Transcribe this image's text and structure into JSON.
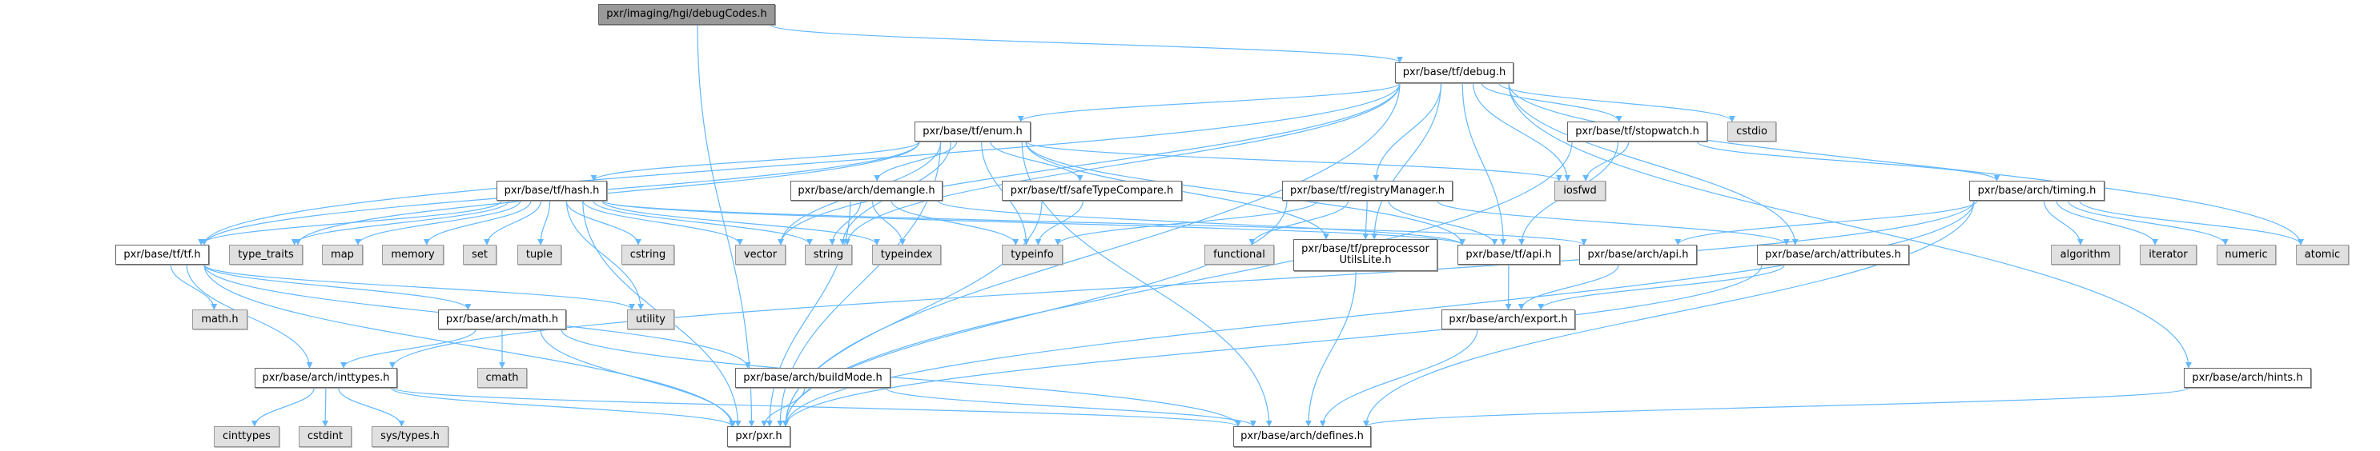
{
  "graph": {
    "edge_color": "#63b8ff",
    "nodes": {
      "debugCodes": {
        "label": "pxr/imaging/hgi/debugCodes.h",
        "kind": "root"
      },
      "debug": {
        "label": "pxr/base/tf/debug.h",
        "kind": "file"
      },
      "enum": {
        "label": "pxr/base/tf/enum.h",
        "kind": "file"
      },
      "stopwatch": {
        "label": "pxr/base/tf/stopwatch.h",
        "kind": "file"
      },
      "cstdio": {
        "label": "cstdio",
        "kind": "sys"
      },
      "hash": {
        "label": "pxr/base/tf/hash.h",
        "kind": "file"
      },
      "demangle": {
        "label": "pxr/base/arch/demangle.h",
        "kind": "file"
      },
      "safeTypeCompare": {
        "label": "pxr/base/tf/safeTypeCompare.h",
        "kind": "file"
      },
      "registryManager": {
        "label": "pxr/base/tf/registryManager.h",
        "kind": "file"
      },
      "iosfwd": {
        "label": "iosfwd",
        "kind": "sys"
      },
      "timing": {
        "label": "pxr/base/arch/timing.h",
        "kind": "file"
      },
      "tf": {
        "label": "pxr/base/tf/tf.h",
        "kind": "file"
      },
      "type_traits": {
        "label": "type_traits",
        "kind": "sys"
      },
      "map": {
        "label": "map",
        "kind": "sys"
      },
      "memory": {
        "label": "memory",
        "kind": "sys"
      },
      "set": {
        "label": "set",
        "kind": "sys"
      },
      "tuple": {
        "label": "tuple",
        "kind": "sys"
      },
      "cstring": {
        "label": "cstring",
        "kind": "sys"
      },
      "vector": {
        "label": "vector",
        "kind": "sys"
      },
      "string": {
        "label": "string",
        "kind": "sys"
      },
      "typeindex": {
        "label": "typeindex",
        "kind": "sys"
      },
      "typeinfo": {
        "label": "typeinfo",
        "kind": "sys"
      },
      "functional": {
        "label": "functional",
        "kind": "sys"
      },
      "preprocessor": {
        "label": "pxr/base/tf/preprocessor\nUtilsLite.h",
        "kind": "file"
      },
      "tfapi": {
        "label": "pxr/base/tf/api.h",
        "kind": "file"
      },
      "archapi": {
        "label": "pxr/base/arch/api.h",
        "kind": "file"
      },
      "attributes": {
        "label": "pxr/base/arch/attributes.h",
        "kind": "file"
      },
      "algorithm": {
        "label": "algorithm",
        "kind": "sys"
      },
      "iterator": {
        "label": "iterator",
        "kind": "sys"
      },
      "numeric": {
        "label": "numeric",
        "kind": "sys"
      },
      "atomic": {
        "label": "atomic",
        "kind": "sys"
      },
      "mathh": {
        "label": "math.h",
        "kind": "sys"
      },
      "archmath": {
        "label": "pxr/base/arch/math.h",
        "kind": "file"
      },
      "utility": {
        "label": "utility",
        "kind": "sys"
      },
      "export": {
        "label": "pxr/base/arch/export.h",
        "kind": "file"
      },
      "inttypes": {
        "label": "pxr/base/arch/inttypes.h",
        "kind": "file"
      },
      "cmath": {
        "label": "cmath",
        "kind": "sys"
      },
      "buildMode": {
        "label": "pxr/base/arch/buildMode.h",
        "kind": "file"
      },
      "hints": {
        "label": "pxr/base/arch/hints.h",
        "kind": "file"
      },
      "cinttypes": {
        "label": "cinttypes",
        "kind": "sys"
      },
      "cstdint": {
        "label": "cstdint",
        "kind": "sys"
      },
      "systypes": {
        "label": "sys/types.h",
        "kind": "sys"
      },
      "pxr": {
        "label": "pxr/pxr.h",
        "kind": "file"
      },
      "defines": {
        "label": "pxr/base/arch/defines.h",
        "kind": "file"
      }
    },
    "edges": [
      [
        "debugCodes",
        "pxr"
      ],
      [
        "debugCodes",
        "debug"
      ],
      [
        "debug",
        "enum"
      ],
      [
        "debug",
        "registryManager"
      ],
      [
        "debug",
        "preprocessor"
      ],
      [
        "debug",
        "stopwatch"
      ],
      [
        "debug",
        "cstdio"
      ],
      [
        "debug",
        "tfapi"
      ],
      [
        "debug",
        "attributes"
      ],
      [
        "debug",
        "atomic"
      ],
      [
        "debug",
        "hints"
      ],
      [
        "debug",
        "tf"
      ],
      [
        "debug",
        "vector"
      ],
      [
        "debug",
        "string"
      ],
      [
        "debug",
        "pxr"
      ],
      [
        "debug",
        "iosfwd"
      ],
      [
        "enum",
        "hash"
      ],
      [
        "enum",
        "demangle"
      ],
      [
        "enum",
        "safeTypeCompare"
      ],
      [
        "enum",
        "typeinfo"
      ],
      [
        "enum",
        "string"
      ],
      [
        "enum",
        "vector"
      ],
      [
        "enum",
        "type_traits"
      ],
      [
        "enum",
        "tf"
      ],
      [
        "enum",
        "iosfwd"
      ],
      [
        "enum",
        "preprocessor"
      ],
      [
        "enum",
        "tfapi"
      ],
      [
        "enum",
        "defines"
      ],
      [
        "enum",
        "pxr"
      ],
      [
        "hash",
        "tf"
      ],
      [
        "hash",
        "type_traits"
      ],
      [
        "hash",
        "map"
      ],
      [
        "hash",
        "memory"
      ],
      [
        "hash",
        "set"
      ],
      [
        "hash",
        "tuple"
      ],
      [
        "hash",
        "cstring"
      ],
      [
        "hash",
        "utility"
      ],
      [
        "hash",
        "vector"
      ],
      [
        "hash",
        "string"
      ],
      [
        "hash",
        "typeindex"
      ],
      [
        "hash",
        "pxr"
      ],
      [
        "hash",
        "tfapi"
      ],
      [
        "hash",
        "archapi"
      ],
      [
        "demangle",
        "string"
      ],
      [
        "demangle",
        "typeindex"
      ],
      [
        "demangle",
        "typeinfo"
      ],
      [
        "demangle",
        "pxr"
      ],
      [
        "demangle",
        "tfapi"
      ],
      [
        "safeTypeCompare",
        "typeinfo"
      ],
      [
        "safeTypeCompare",
        "pxr"
      ],
      [
        "registryManager",
        "typeinfo"
      ],
      [
        "registryManager",
        "functional"
      ],
      [
        "registryManager",
        "preprocessor"
      ],
      [
        "registryManager",
        "tfapi"
      ],
      [
        "registryManager",
        "attributes"
      ],
      [
        "registryManager",
        "pxr"
      ],
      [
        "stopwatch",
        "iosfwd"
      ],
      [
        "stopwatch",
        "tfapi"
      ],
      [
        "stopwatch",
        "timing"
      ],
      [
        "stopwatch",
        "pxr"
      ],
      [
        "timing",
        "archapi"
      ],
      [
        "timing",
        "inttypes"
      ],
      [
        "timing",
        "algorithm"
      ],
      [
        "timing",
        "iterator"
      ],
      [
        "timing",
        "numeric"
      ],
      [
        "timing",
        "atomic"
      ],
      [
        "timing",
        "defines"
      ],
      [
        "timing",
        "pxr"
      ],
      [
        "tf",
        "mathh"
      ],
      [
        "tf",
        "archmath"
      ],
      [
        "tf",
        "utility"
      ],
      [
        "tf",
        "inttypes"
      ],
      [
        "tf",
        "pxr"
      ],
      [
        "tf",
        "buildMode"
      ],
      [
        "archmath",
        "cmath"
      ],
      [
        "archmath",
        "inttypes"
      ],
      [
        "archmath",
        "pxr"
      ],
      [
        "archmath",
        "defines"
      ],
      [
        "inttypes",
        "cinttypes"
      ],
      [
        "inttypes",
        "cstdint"
      ],
      [
        "inttypes",
        "systypes"
      ],
      [
        "inttypes",
        "pxr"
      ],
      [
        "inttypes",
        "defines"
      ],
      [
        "buildMode",
        "pxr"
      ],
      [
        "buildMode",
        "defines"
      ],
      [
        "tfapi",
        "export"
      ],
      [
        "archapi",
        "export"
      ],
      [
        "attributes",
        "export"
      ],
      [
        "attributes",
        "pxr"
      ],
      [
        "export",
        "defines"
      ],
      [
        "preprocessor",
        "defines"
      ],
      [
        "hints",
        "defines"
      ]
    ]
  }
}
